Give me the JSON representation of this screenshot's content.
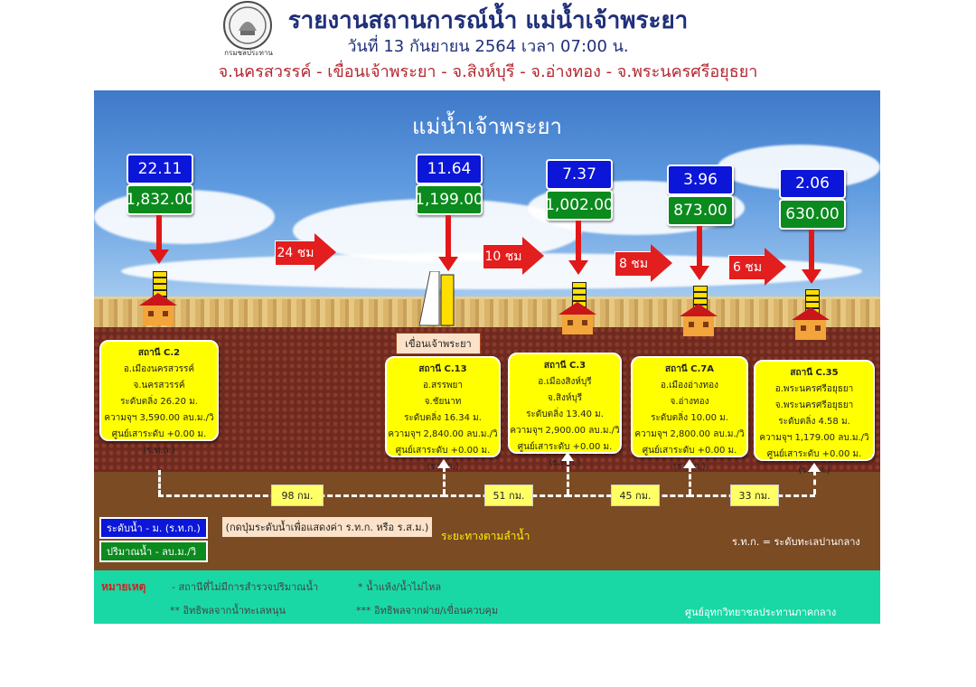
{
  "header": {
    "title": "รายงานสถานการณ์น้ำ แม่น้ำเจ้าพระยา",
    "date": "วันที่ 13 กันยายน 2564 เวลา 07:00 น.",
    "route": "จ.นครสวรรค์ - เขื่อนเจ้าพระยา - จ.สิงห์บุรี - จ.อ่างทอง - จ.พระนครศรีอยุธยา",
    "logo_caption": "กรมชลประทาน"
  },
  "river_name": "แม่น้ำเจ้าพระยา",
  "stations": [
    {
      "level": "22.11",
      "flow": "1,832.00",
      "name": "สถานี C.2",
      "lines": [
        "อ.เมืองนครสวรรค์",
        "จ.นครสวรรค์",
        "ระดับตลิ่ง 26.20 ม.",
        "ความจุฯ 3,590.00 ลบ.ม./วิ",
        "ศูนย์เสาระดับ +0.00 ม.(ร.ท.ก.)"
      ]
    },
    {
      "level": "11.64",
      "flow": "1,199.00",
      "name": "สถานี C.13",
      "lines": [
        "อ.สรรพยา",
        "จ.ชัยนาท",
        "ระดับตลิ่ง 16.34 ม.",
        "ความจุฯ 2,840.00 ลบ.ม./วิ",
        "ศูนย์เสาระดับ +0.00 ม.(ร.ท.ก.)"
      ]
    },
    {
      "level": "7.37",
      "flow": "1,002.00",
      "name": "สถานี C.3",
      "lines": [
        "อ.เมืองสิงห์บุรี",
        "จ.สิงห์บุรี",
        "ระดับตลิ่ง 13.40 ม.",
        "ความจุฯ 2,900.00 ลบ.ม./วิ",
        "ศูนย์เสาระดับ +0.00 ม.(ร.ท.ก.)"
      ]
    },
    {
      "level": "3.96",
      "flow": "873.00",
      "name": "สถานี C.7A",
      "lines": [
        "อ.เมืองอ่างทอง",
        "จ.อ่างทอง",
        "ระดับตลิ่ง 10.00 ม.",
        "ความจุฯ 2,800.00 ลบ.ม./วิ",
        "ศูนย์เสาระดับ +0.00 ม.(ร.ท.ก.)"
      ]
    },
    {
      "level": "2.06",
      "flow": "630.00",
      "name": "สถานี C.35",
      "lines": [
        "อ.พระนครศรีอยุธยา",
        "จ.พระนครศรีอยุธยา",
        "ระดับตลิ่ง 4.58 ม.",
        "ความจุฯ 1,179.00 ลบ.ม./วิ",
        "ศูนย์เสาระดับ +0.00 ม.(ร.ท.ก.)"
      ]
    }
  ],
  "travel_times": [
    "24 ชม",
    "10 ชม",
    "8 ชม",
    "6 ชม"
  ],
  "distances": [
    "98 กม.",
    "51 กม.",
    "45 กม.",
    "33 กม."
  ],
  "dam_label": "เขื่อนเจ้าพระยา",
  "legend": {
    "level": "ระดับน้ำ - ม. (ร.ท.ก.)",
    "flow": "ปริมาณน้ำ - ลบ.ม./วิ",
    "note": "(กดปุ่มระดับน้ำเพื่อแสดงค่า ร.ท.ก. หรือ ร.ส.ม.)",
    "distance": "ระยะทางตามลำน้ำ",
    "datum": "ร.ท.ก. = ระดับทะเลปานกลาง"
  },
  "footer": {
    "remark_label": "หมายเหตุ",
    "item1": "-  สถานีที่ไม่มีการสำรวจปริมาณน้ำ",
    "item2": "*   น้ำแห้ง/น้ำไม่ไหล",
    "item3": "** อิทธิพลจากน้ำทะเลหนุน",
    "item4": "*** อิทธิพลจากฝาย/เขื่อนควบคุม",
    "agency": "ศูนย์อุทกวิทยาชลประทานภาคกลาง"
  },
  "colors": {
    "level_box": "#0b16d8",
    "flow_box": "#0b8a1e",
    "arrow": "#e01818",
    "card": "#ffff00",
    "footer": "#19d8a6"
  }
}
